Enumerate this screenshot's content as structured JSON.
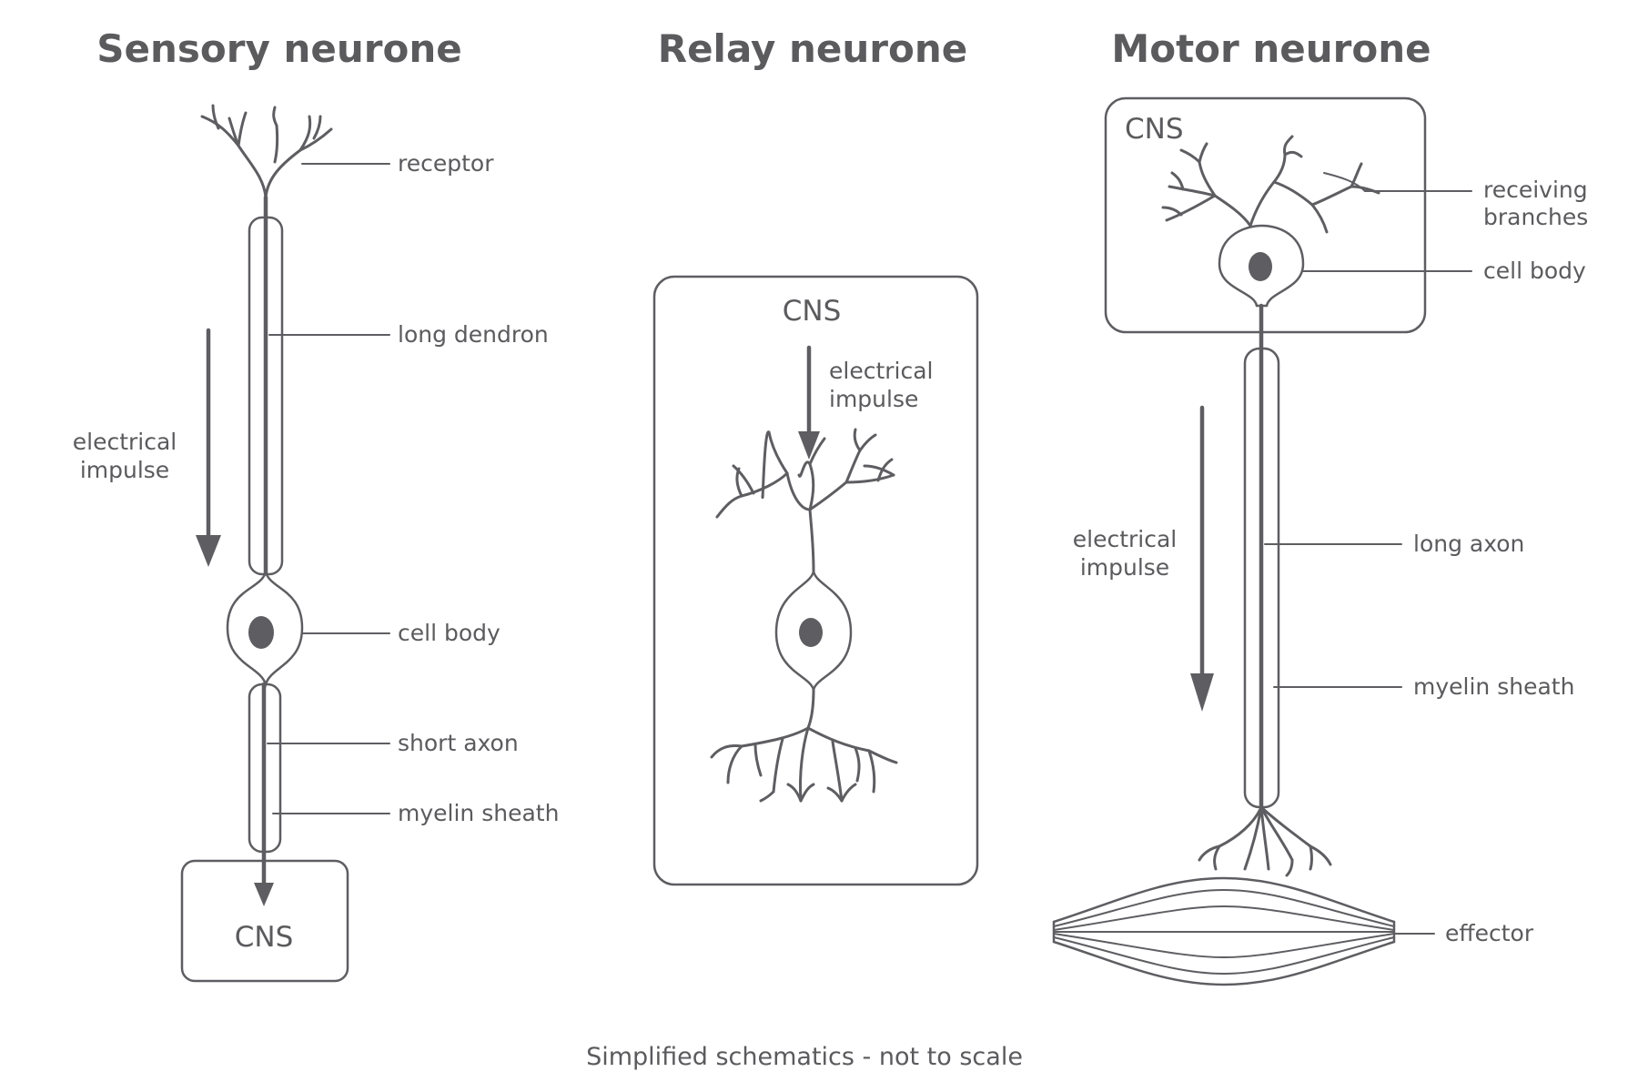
{
  "titles": {
    "sensory": "Sensory neurone",
    "relay": "Relay neurone",
    "motor": "Motor neurone"
  },
  "sensory": {
    "receptor": "receptor",
    "long_dendron": "long dendron",
    "impulse_line1": "electrical",
    "impulse_line2": "impulse",
    "cell_body": "cell body",
    "short_axon": "short axon",
    "myelin_sheath": "myelin sheath",
    "cns": "CNS"
  },
  "relay": {
    "cns": "CNS",
    "impulse_line1": "electrical",
    "impulse_line2": "impulse"
  },
  "motor": {
    "cns": "CNS",
    "receiving_line1": "receiving",
    "receiving_line2": "branches",
    "cell_body": "cell body",
    "impulse_line1": "electrical",
    "impulse_line2": "impulse",
    "long_axon": "long axon",
    "myelin_sheath": "myelin sheath",
    "effector": "effector"
  },
  "footer": "Simplified schematics - not to scale",
  "colors": {
    "ink": "#5e5e62",
    "text": "#5b5b5e",
    "background": "#ffffff"
  }
}
